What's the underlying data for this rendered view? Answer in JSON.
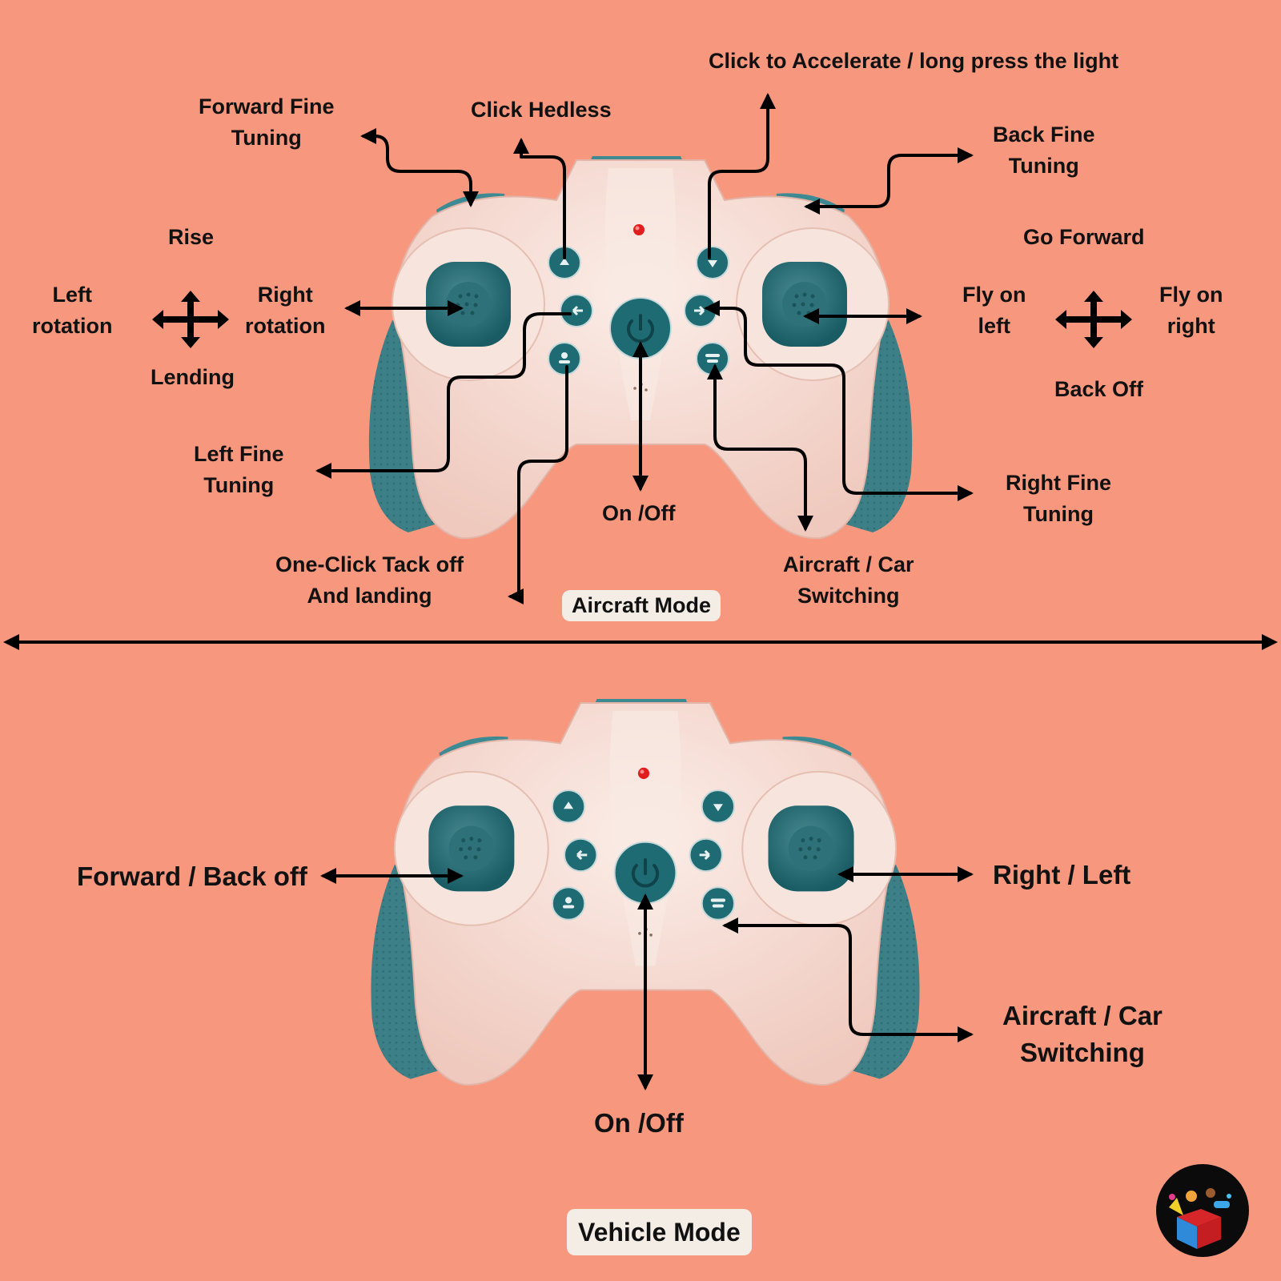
{
  "colors": {
    "background": "#F7977E",
    "controller_body": "#F3DDD4",
    "teal_accent": "#1E6B73",
    "teal_grip": "#3C7F86",
    "indicator_light": "#E01E1E",
    "line": "#000000",
    "badge_bg": "#F4EDE6"
  },
  "aircraft": {
    "labels": {
      "forward_fine_tuning": [
        "Forward Fine",
        "Tuning"
      ],
      "click_headless": "Click Hedless",
      "accelerate": "Click to Accelerate / long press the light",
      "back_fine_tuning": [
        "Back Fine",
        "Tuning"
      ],
      "rise": "Rise",
      "left_rotation": [
        "Left",
        "rotation"
      ],
      "right_rotation": [
        "Right",
        "rotation"
      ],
      "lending": "Lending",
      "go_forward": "Go Forward",
      "fly_left": [
        "Fly on",
        "left"
      ],
      "fly_right": [
        "Fly on",
        "right"
      ],
      "back_off": "Back Off",
      "left_fine_tuning": [
        "Left Fine",
        "Tuning"
      ],
      "right_fine_tuning": [
        "Right Fine",
        "Tuning"
      ],
      "on_off": "On /Off",
      "one_click": [
        "One-Click Tack off",
        "And landing"
      ],
      "switching": [
        "Aircraft / Car",
        "Switching"
      ]
    },
    "mode_badge": "Aircraft Mode"
  },
  "vehicle": {
    "labels": {
      "forward_back": "Forward / Back off",
      "right_left": "Right / Left",
      "switching": [
        "Aircraft / Car",
        "Switching"
      ],
      "on_off": "On /Off"
    },
    "mode_badge": "Vehicle Mode"
  },
  "icons": {
    "move_cross": "four-way-arrow-icon",
    "power": "power-icon",
    "logo": "toy-box-logo"
  }
}
